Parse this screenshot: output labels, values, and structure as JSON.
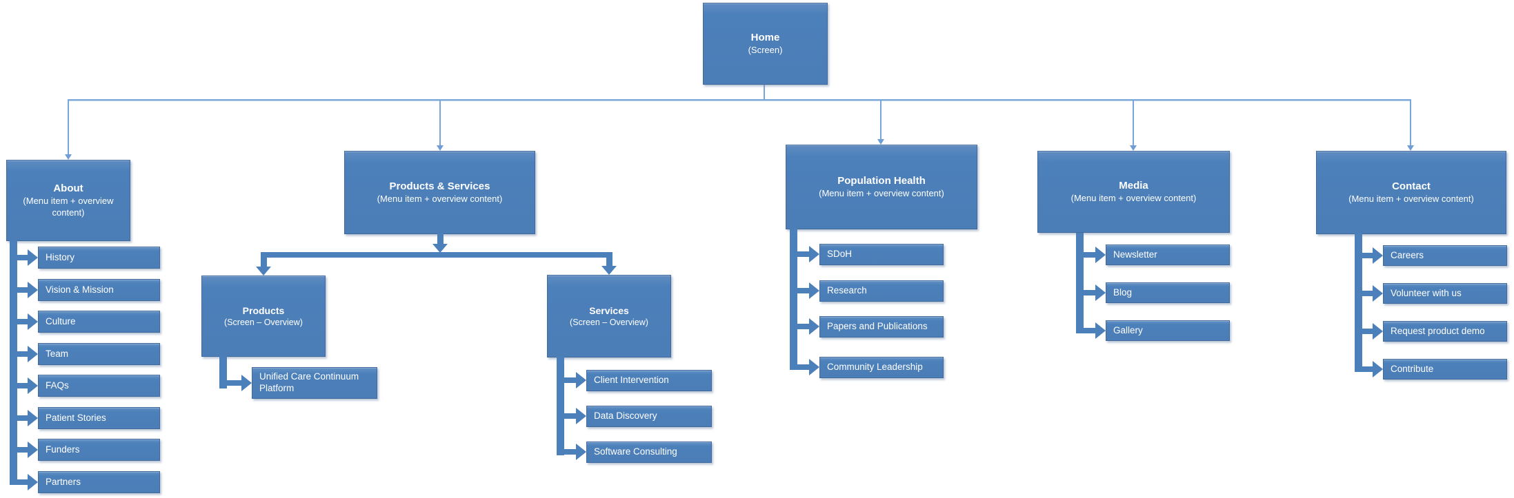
{
  "diagram_type": "sitemap-tree",
  "colors": {
    "box_fill": "#4C80BA",
    "box_border": "#41699B",
    "thin_connector": "#79A6D8",
    "thick_connector": "#4C80BA",
    "text": "#FFFFFF",
    "background": "#FFFFFF"
  },
  "home": {
    "title": "Home",
    "subtitle": "(Screen)"
  },
  "sections": [
    {
      "title": "About",
      "subtitle": "(Menu item + overview content)",
      "children": [
        "History",
        "Vision & Mission",
        "Culture",
        "Team",
        "FAQs",
        "Patient Stories",
        "Funders",
        "Partners"
      ]
    },
    {
      "title": "Products & Services",
      "subtitle": "(Menu item + overview content)",
      "subsections": [
        {
          "title": "Products",
          "subtitle": "(Screen – Overview)",
          "children": [
            "Unified Care Continuum Platform"
          ]
        },
        {
          "title": "Services",
          "subtitle": "(Screen – Overview)",
          "children": [
            "Client Intervention",
            "Data Discovery",
            "Software Consulting"
          ]
        }
      ]
    },
    {
      "title": "Population Health",
      "subtitle": "(Menu item + overview content)",
      "children": [
        "SDoH",
        "Research",
        "Papers and Publications",
        "Community Leadership"
      ]
    },
    {
      "title": "Media",
      "subtitle": "(Menu item + overview content)",
      "children": [
        "Newsletter",
        "Blog",
        "Gallery"
      ]
    },
    {
      "title": "Contact",
      "subtitle": "(Menu item + overview content)",
      "children": [
        "Careers",
        "Volunteer with us",
        "Request product demo",
        "Contribute"
      ]
    }
  ]
}
